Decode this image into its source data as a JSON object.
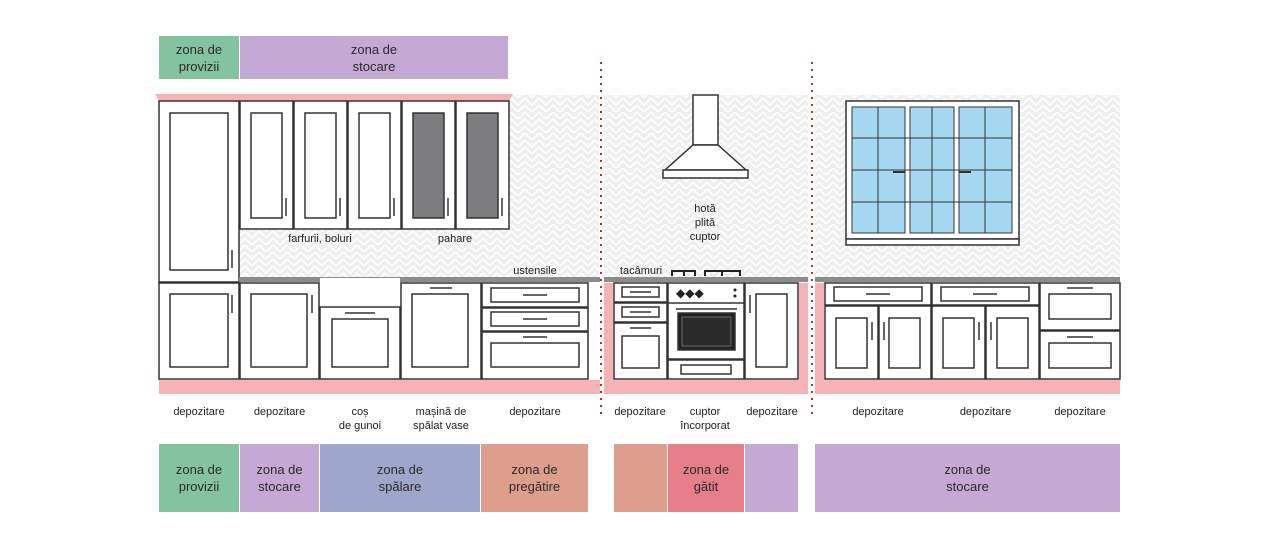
{
  "colors": {
    "provizii": "#84c3a0",
    "stocare": "#c3a9d3",
    "spalare": "#9ea6c9",
    "pregatire": "#dd9e8b",
    "gatit": "#e67f8a",
    "accent_pink": "#f5b3b8",
    "divider": "#b0302c"
  },
  "top_zones": [
    {
      "label": "zona de\nprovizii",
      "color": "#84c3a0"
    },
    {
      "label": "zona de\nstocare",
      "color": "#c3a9d3"
    }
  ],
  "bottom_zones": [
    {
      "label": "zona de\nprovizii",
      "color": "#84c3a0"
    },
    {
      "label": "zona de\nstocare",
      "color": "#c3a9d3"
    },
    {
      "label": "zona de\nspălare",
      "color": "#9ea6c9"
    },
    {
      "label": "zona de\npregătire",
      "color": "#dd9e8b"
    },
    {
      "label": "",
      "color": "#dd9e8b"
    },
    {
      "label": "zona de\ngătit",
      "color": "#e67f8a"
    },
    {
      "label": "",
      "color": "#c3a9d3"
    },
    {
      "label": "zona de\nstocare",
      "color": "#c3a9d3"
    }
  ],
  "upper_labels": {
    "farfurii": "farfurii, boluri",
    "pahare": "pahare",
    "ustensile": "ustensile",
    "tacamuri": "tacâmuri",
    "hota": "hotă\nplită\ncuptor"
  },
  "bottom_labels": [
    "depozitare",
    "depozitare",
    "coș\nde gunoi",
    "mașină de\nspălat vase",
    "depozitare",
    "depozitare",
    "cuptor\nîncorporat",
    "depozitare",
    "depozitare",
    "depozitare",
    "depozitare"
  ]
}
